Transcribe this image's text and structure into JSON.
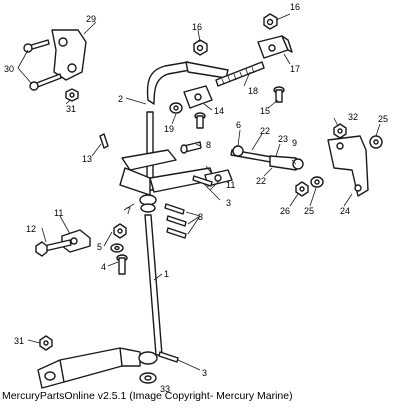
{
  "caption": "MercuryPartsOnline v2.5.1 (Image Copyright- Mercury Marine)",
  "callouts": {
    "c1": "1",
    "c2": "2",
    "c3a": "3",
    "c3b": "3",
    "c3c": "3",
    "c4": "4",
    "c5": "5",
    "c6": "6",
    "c7": "7",
    "c8": "8",
    "c9": "9",
    "c11a": "11",
    "c11b": "11",
    "c12": "12",
    "c13": "13",
    "c14": "14",
    "c15": "15",
    "c16a": "16",
    "c16b": "16",
    "c17": "17",
    "c18": "18",
    "c19": "19",
    "c22a": "22",
    "c22b": "22",
    "c23": "23",
    "c24": "24",
    "c25a": "25",
    "c25b": "25",
    "c26": "26",
    "c29": "29",
    "c30": "30",
    "c31a": "31",
    "c31b": "31",
    "c32": "32",
    "c33": "33"
  }
}
